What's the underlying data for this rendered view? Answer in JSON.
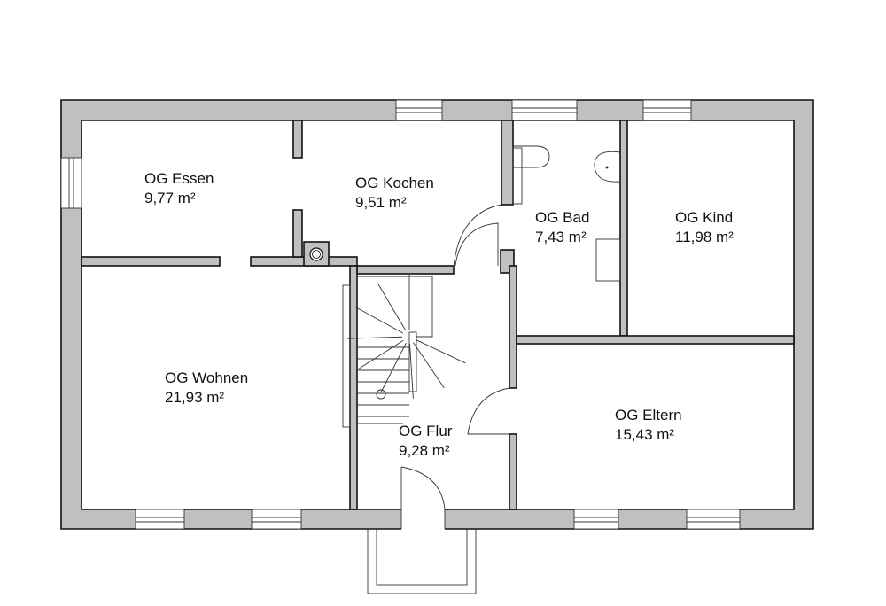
{
  "plan": {
    "wall_color": "#c0c0c0",
    "rooms": [
      {
        "name": "OG Essen",
        "area": "9,77 m²"
      },
      {
        "name": "OG Kochen",
        "area": "9,51 m²"
      },
      {
        "name": "OG Bad",
        "area": "7,43 m²"
      },
      {
        "name": "OG Kind",
        "area": "11,98 m²"
      },
      {
        "name": "OG Wohnen",
        "area": "21,93 m²"
      },
      {
        "name": "OG Flur",
        "area": "9,28 m²"
      },
      {
        "name": "OG Eltern",
        "area": "15,43 m²"
      }
    ]
  }
}
